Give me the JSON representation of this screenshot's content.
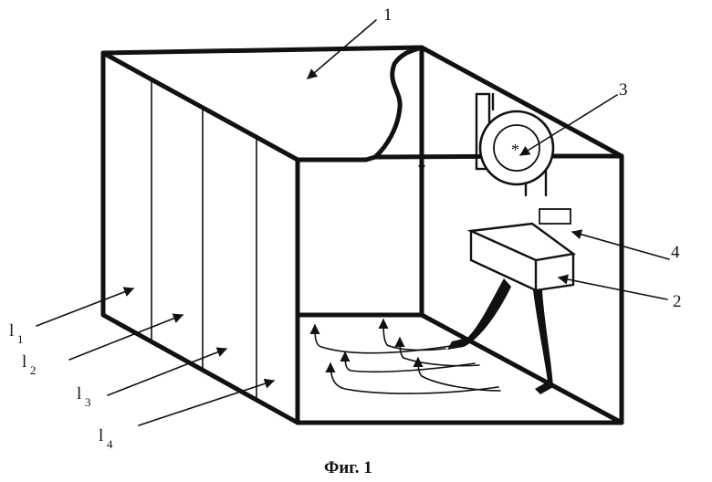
{
  "labels": {
    "l1": "1",
    "l2": "2",
    "l3": "3",
    "l4": "4",
    "lengths": [
      {
        "base": "l",
        "sub": "1"
      },
      {
        "base": "l",
        "sub": "2"
      },
      {
        "base": "l",
        "sub": "3"
      },
      {
        "base": "l",
        "sub": "4"
      }
    ]
  },
  "caption": "Фиг. 1"
}
